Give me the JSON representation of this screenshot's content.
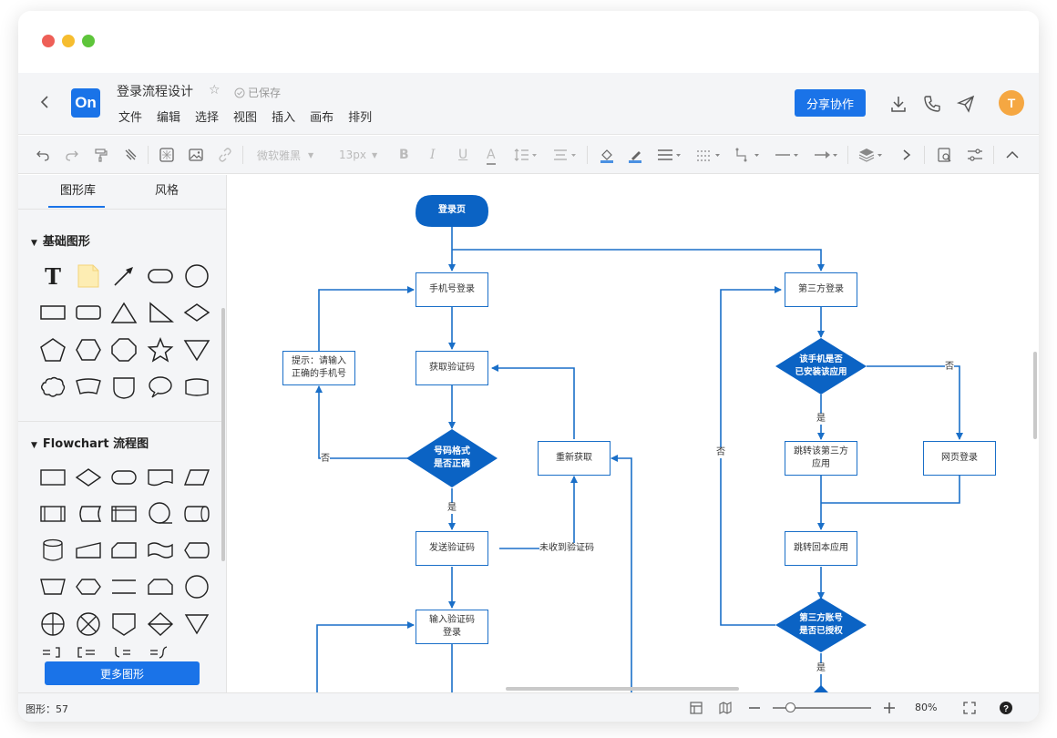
{
  "window": {
    "traffic_lights": [
      "#ee5f57",
      "#f6bd2f",
      "#5ec53b"
    ]
  },
  "app": {
    "logo_text": "On",
    "doc_title": "登录流程设计",
    "saved_status": "已保存",
    "menu": [
      "文件",
      "编辑",
      "选择",
      "视图",
      "插入",
      "画布",
      "排列"
    ],
    "share_label": "分享协作",
    "avatar_letter": "T",
    "accent": "#1a73e8"
  },
  "toolbar": {
    "font_family": "微软雅黑",
    "font_size": "13px"
  },
  "sidebar": {
    "tabs": [
      "图形库",
      "风格"
    ],
    "sections": [
      {
        "title": "基础图形"
      },
      {
        "title": "Flowchart 流程图"
      }
    ],
    "more_label": "更多图形"
  },
  "flowchart": {
    "start": "登录页",
    "phone_login": "手机号登录",
    "tip_line1": "提示：请输入",
    "tip_line2": "正确的手机号",
    "get_code": "获取验证码",
    "format_check_line1": "号码格式",
    "format_check_line2": "是否正确",
    "refresh": "重新获取",
    "send_code": "发送验证码",
    "not_received": "未收到验证码",
    "input_code_line1": "输入验证码",
    "input_code_line2": "登录",
    "third_login": "第三方登录",
    "installed_line1": "该手机是否",
    "installed_line2": "已安装该应用",
    "jump_third_line1": "跳转该第三方",
    "jump_third_line2": "应用",
    "web_login": "网页登录",
    "jump_local": "跳转回本应用",
    "authorized_line1": "第三方账号",
    "authorized_line2": "是否已授权",
    "yes": "是",
    "no": "否"
  },
  "status": {
    "shape_count": "图形：57",
    "zoom": "80%",
    "zoom_level": 0.18
  }
}
